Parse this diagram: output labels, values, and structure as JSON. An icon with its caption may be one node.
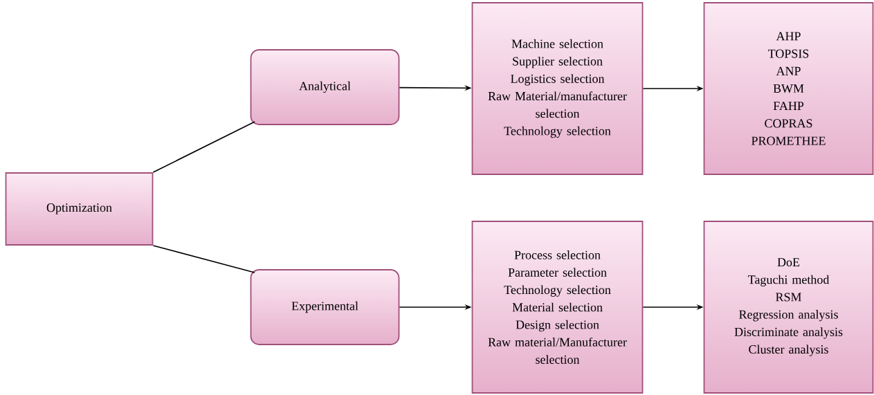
{
  "diagram": {
    "nodes": [
      {
        "text": [
          "Optimization"
        ]
      },
      {
        "text": [
          "Analytical"
        ]
      },
      {
        "text": [
          "Experimental"
        ]
      },
      {
        "text": [
          "Machine selection",
          "Supplier selection",
          "Logistics selection",
          "Raw Material/manufacturer selection",
          "Technology selection"
        ]
      },
      {
        "text": [
          "AHP",
          "TOPSIS",
          "ANP",
          "BWM",
          "FAHP",
          "COPRAS",
          "PROMETHEE"
        ]
      },
      {
        "text": [
          "Process selection",
          "Parameter selection",
          "Technology selection",
          "Material selection",
          "Design selection",
          "Raw material/Manufacturer selection"
        ]
      },
      {
        "text": [
          "DoE",
          "Taguchi method",
          "RSM",
          "Regression analysis",
          "Discriminate analysis",
          "Cluster analysis"
        ]
      }
    ],
    "edges": [
      {
        "from": 0,
        "to": 1,
        "arrow": "none"
      },
      {
        "from": 0,
        "to": 2,
        "arrow": "none"
      },
      {
        "from": 1,
        "to": 3,
        "arrow": "to"
      },
      {
        "from": 3,
        "to": 4,
        "arrow": "to"
      },
      {
        "from": 2,
        "to": 5,
        "arrow": "to"
      },
      {
        "from": 5,
        "to": 6,
        "arrow": "to"
      }
    ]
  }
}
